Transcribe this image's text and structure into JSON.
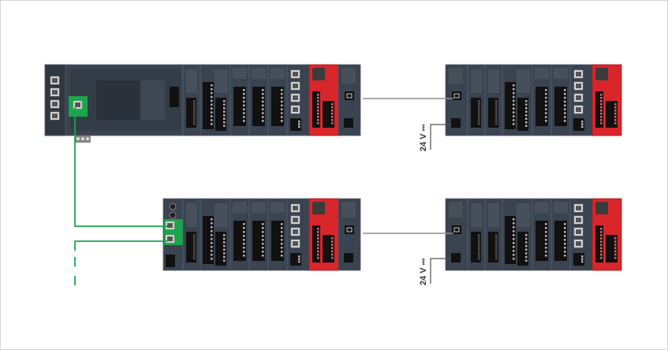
{
  "diagram": {
    "power_label": "24 V ⎓",
    "colors": {
      "module_dark": "#3a4350",
      "module_edge": "#55606d",
      "safety_red": "#d8262b",
      "ethernet_green": "#1aa64a",
      "expansion_cable": "#8a9096",
      "brand_green": "#3dcd58"
    },
    "racks": [
      {
        "id": "main-rack",
        "modules": [
          "controller",
          "dio-slim",
          "dio-wide",
          "dio",
          "dio",
          "dio",
          "switch",
          "safety",
          "receiver"
        ]
      },
      {
        "id": "remote-rack-1",
        "modules": [
          "receiver",
          "dio-slim",
          "dio-slim",
          "dio-wide",
          "dio",
          "dio",
          "switch",
          "safety"
        ]
      },
      {
        "id": "ethernet-rack",
        "modules": [
          "transmitter",
          "dio-slim",
          "dio-wide",
          "dio",
          "dio",
          "dio",
          "switch",
          "safety",
          "receiver"
        ]
      },
      {
        "id": "remote-rack-2",
        "modules": [
          "receiver",
          "dio-slim",
          "dio-slim",
          "dio-wide",
          "dio",
          "dio",
          "switch",
          "safety"
        ]
      }
    ]
  }
}
